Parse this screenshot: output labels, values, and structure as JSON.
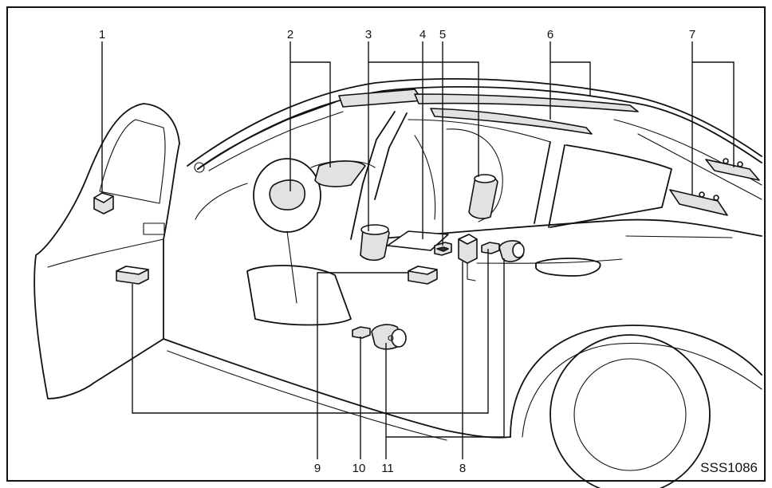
{
  "callouts": {
    "c1": "1",
    "c2": "2",
    "c3": "3",
    "c4": "4",
    "c5": "5",
    "c6": "6",
    "c7": "7",
    "c8": "8",
    "c9": "9",
    "c10": "10",
    "c11": "11"
  },
  "figure_code": "SSS1086",
  "colors": {
    "line": "#111111",
    "part_fill": "#e2e2e2",
    "dark_fill": "#3a3a3a",
    "background": "#ffffff"
  }
}
